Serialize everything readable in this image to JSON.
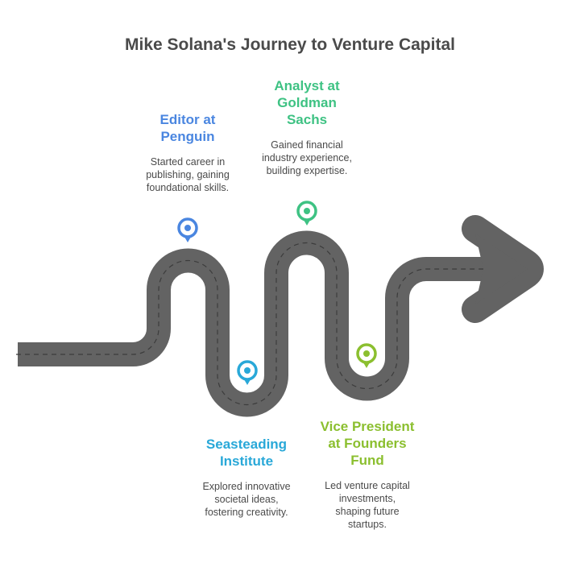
{
  "title": "Mike Solana's Journey to Venture Capital",
  "colors": {
    "road": "#636363",
    "lane": "#3c3c3c",
    "title": "#4a4a4a",
    "text": "#4a4a4a"
  },
  "milestones": [
    {
      "heading": "Editor at\nPenguin",
      "description": "Started career in\npublishing, gaining\nfoundational skills.",
      "color": "#4a86e0",
      "marker": "location-pin-icon"
    },
    {
      "heading": "Seasteading\nInstitute",
      "description": "Explored innovative\nsocietal ideas,\nfostering creativity.",
      "color": "#29a8d8",
      "marker": "location-pin-icon"
    },
    {
      "heading": "Analyst at\nGoldman\nSachs",
      "description": "Gained financial\nindustry experience,\nbuilding expertise.",
      "color": "#3ec283",
      "marker": "location-pin-icon"
    },
    {
      "heading": "Vice President\nat Founders\nFund",
      "description": "Led venture capital\ninvestments,\nshaping future\nstartups.",
      "color": "#8bbf2f",
      "marker": "location-pin-icon"
    }
  ],
  "end_marker": "arrow-right-icon"
}
